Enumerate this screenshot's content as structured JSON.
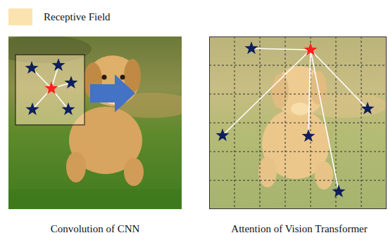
{
  "diagram": {
    "labels": [
      "Convolution of CNN",
      "Attention of Vision Transformer"
    ],
    "legend": [
      {
        "text": "Receptive Field",
        "color": "#fbe3b0"
      }
    ]
  }
}
